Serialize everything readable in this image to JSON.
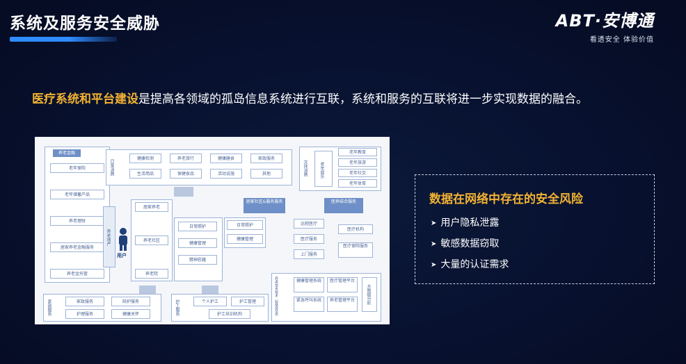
{
  "header": {
    "title": "系统及服务安全威胁",
    "logo_text": "ABT·安博通",
    "logo_tagline": "看透安全  体验价值"
  },
  "intro": {
    "highlight": "医疗系统和平台建设",
    "rest": "是提高各领域的孤岛信息系统进行互联，系统和服务的互联将进一步实现数据的融合。"
  },
  "diagram": {
    "left_panel": {
      "title": "养老金融",
      "items": [
        "老年保险",
        "老年储蓄产品",
        "养老理财",
        "居家养老金融服务",
        "养老金托管"
      ]
    },
    "daily_consumption": {
      "label": "日常消费",
      "items": [
        "健康检测",
        "养老旅行",
        "健康膳食",
        "家政服务",
        "生活用品",
        "保健食品",
        "活动设施",
        "其他"
      ]
    },
    "culture": {
      "label": "文体消费",
      "center": "老年娱乐",
      "items": [
        "老年教育",
        "老年旅游",
        "老年社交",
        "老年体育"
      ]
    },
    "pension_house": "养老地产",
    "user_label": "用户",
    "community_items": [
      "居家养老",
      "养老社区",
      "养老院"
    ],
    "center_items": [
      "日常照护",
      "健康管理",
      "精神慰藉",
      "日常照护",
      "健康管理"
    ],
    "middle_title": "居家社区&服务服务",
    "right_title": "医养结合服务",
    "right_items": [
      "远程医疗",
      "医疗服务",
      "上门服务",
      "医疗机构",
      "医疗保险服务"
    ],
    "family": {
      "label": "家政服务",
      "items": [
        "家政服务",
        "陪护服务",
        "护理服务",
        "健康关怀"
      ]
    },
    "care": {
      "label": "护工服务",
      "items": [
        "个人护工",
        "护工管理",
        "护工培训机构"
      ]
    },
    "tech": {
      "label": "养老信息技术（智慧养老）",
      "items": [
        "健康管理系统",
        "医疗管理平台",
        "紧急呼叫系统",
        "养老管理平台"
      ],
      "side": "大数据分析"
    }
  },
  "risk_box": {
    "title": "数据在网络中存在的安全风险",
    "items": [
      "用户隐私泄露",
      "敏感数据窃取",
      "大量的认证需求"
    ]
  },
  "colors": {
    "accent": "#f2b233",
    "bar": "#2f8cff"
  }
}
